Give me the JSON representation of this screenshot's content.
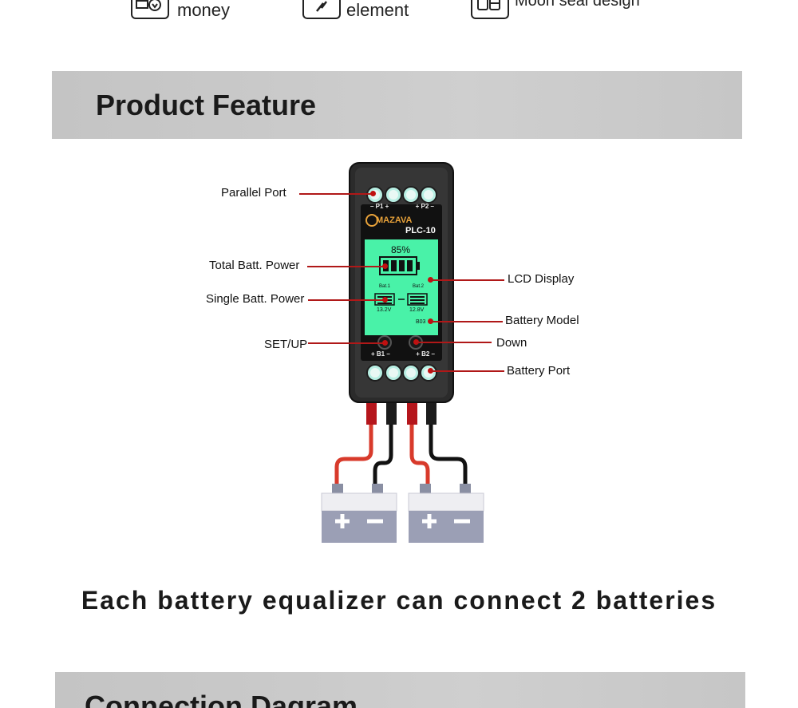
{
  "top_features": [
    {
      "icon": "money-icon",
      "text": "money"
    },
    {
      "icon": "lightning-icon",
      "text": "element"
    },
    {
      "icon": "seal-icon",
      "text": "Moon seal design"
    }
  ],
  "section1": {
    "title": "Product Feature"
  },
  "device": {
    "brand": "MAZAVA",
    "model": "PLC-10",
    "port_labels_top": [
      "– P1 +",
      "+ P2 –"
    ],
    "port_labels_bottom": [
      "+ B1 –",
      "+ B2 –"
    ],
    "lcd": {
      "percent": "85%",
      "bat1_label": "Bat.1",
      "bat2_label": "Bat.2",
      "bat1_voltage": "13.2V",
      "bat2_voltage": "12.8V",
      "model_code": "B03"
    }
  },
  "callouts": {
    "parallel_port": "Parallel Port",
    "total_batt_power": "Total Batt. Power",
    "single_batt_power": "Single Batt. Power",
    "set_up": "SET/UP",
    "lcd_display": "LCD Display",
    "battery_model": "Battery Model",
    "down": "Down",
    "battery_port": "Battery Port"
  },
  "tagline": "Each battery equalizer can connect 2 batteries",
  "section2": {
    "title": "Connection Dagram"
  },
  "colors": {
    "band": "#c8c8c8",
    "lcd": "#4dffb5",
    "callout_line": "#b01818",
    "device_body": "#2c2c2c"
  }
}
